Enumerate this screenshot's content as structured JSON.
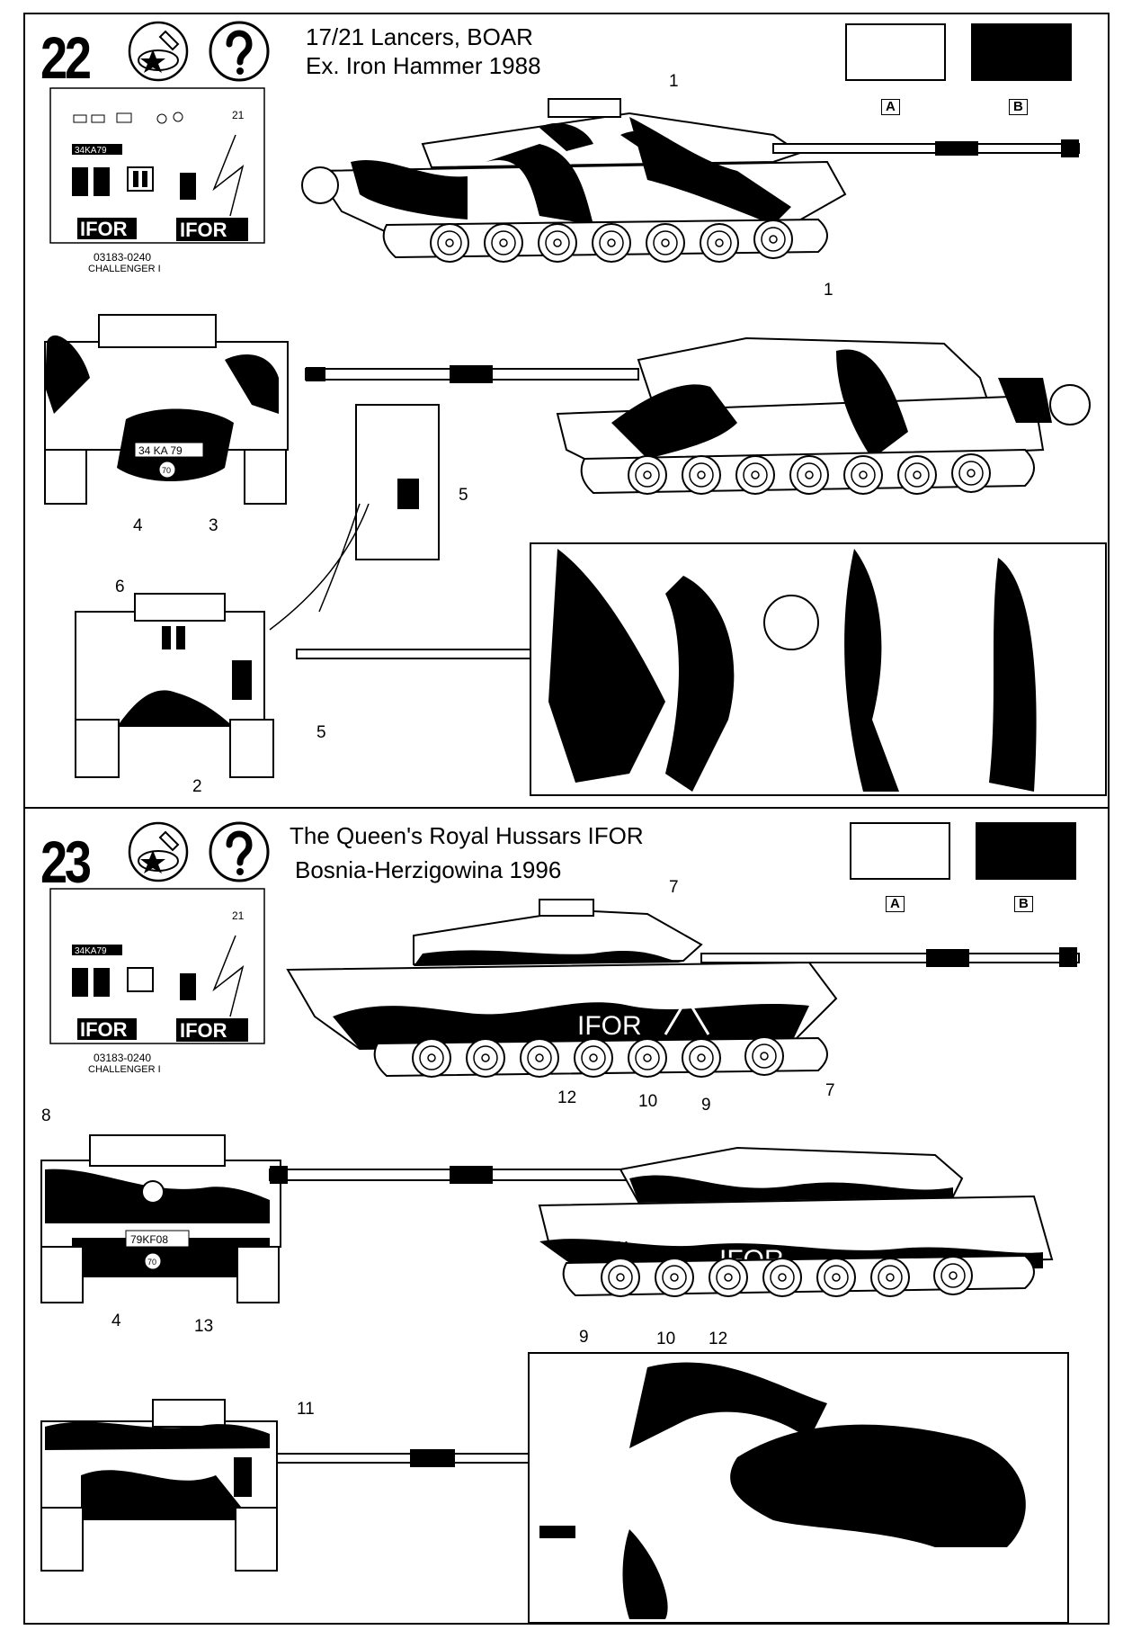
{
  "sections": [
    {
      "number": "22",
      "title_line1": "17/21 Lancers, BOAR",
      "title_line2": "Ex. Iron Hammer 1988",
      "color_a": "A",
      "color_b": "B",
      "callouts": [
        "1",
        "1",
        "4",
        "3",
        "5",
        "6",
        "5",
        "2"
      ]
    },
    {
      "number": "23",
      "title_line1": "The Queen's Royal Hussars  IFOR",
      "title_line2": "Bosnia-Herzigowina 1996",
      "color_a": "A",
      "color_b": "B",
      "callouts": [
        "7",
        "12",
        "10",
        "9",
        "8",
        "7",
        "4",
        "13",
        "9",
        "10",
        "12",
        "11"
      ]
    }
  ],
  "decal_sheet": {
    "code": "03183-0240",
    "name": "CHALLENGER I",
    "ifor": "IFOR",
    "plate_34ka": "34KA79",
    "plate_79kf": "79KF08",
    "num21": "21"
  },
  "hull_markings": {
    "ifor": "IFOR",
    "plate_34ka": "34 KA 79",
    "num21": "21",
    "roundel70": "70"
  },
  "colors": {
    "a": "#ffffff",
    "b": "#000000"
  }
}
